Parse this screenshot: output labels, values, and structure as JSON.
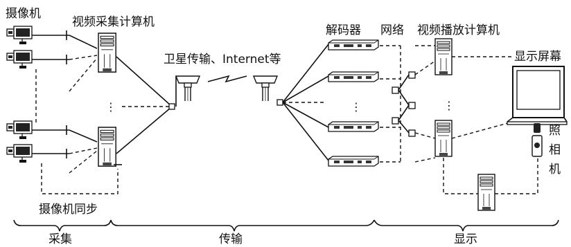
{
  "labels": {
    "camera": "摄像机",
    "capture_computer": "视频采集计算机",
    "satellite": "卫星传输、Internet等",
    "decoder": "解码器",
    "network": "网络",
    "playback_computer": "视频播放计算机",
    "display": "显示屏幕",
    "photo_camera": [
      "照",
      "相",
      "机"
    ],
    "sync": "摄像机同步",
    "stage_capture": "采集",
    "stage_transfer": "传输",
    "stage_display": "显示",
    "ellipsis": "⋮"
  }
}
